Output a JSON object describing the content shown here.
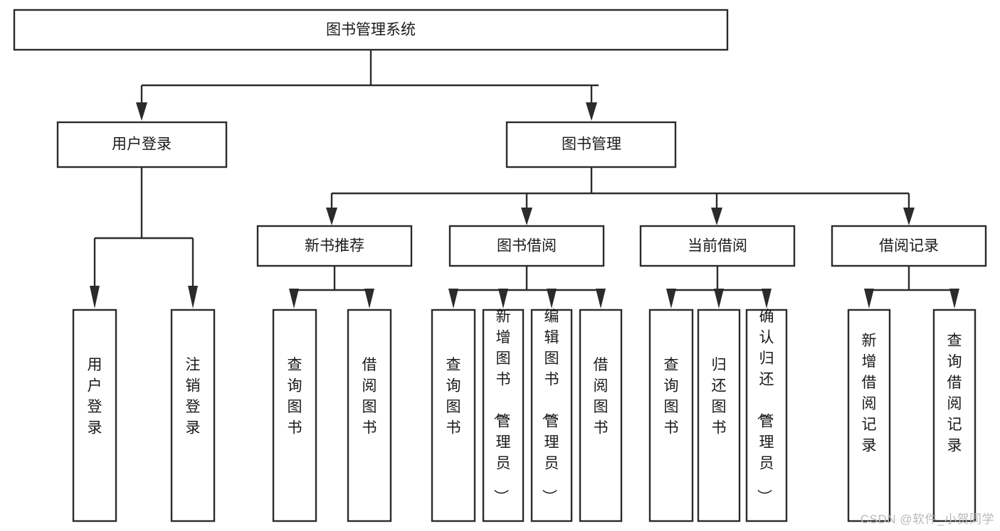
{
  "page": {
    "title": "图书管理系统",
    "watermark": "CSDN @软件_小贺同学",
    "background_color": "#ffffff",
    "line_color": "#2b2b2b",
    "text_color": "#1a1a1a",
    "watermark_color": "#b9b9b9"
  },
  "chart_data": {
    "type": "diagram",
    "diagram_kind": "tree",
    "title": "图书管理系统",
    "orientation": "top-down",
    "levels": 4,
    "nodes": {
      "root": {
        "label": "图书管理系统",
        "level": 0,
        "orientation": "horizontal"
      },
      "l1_0": {
        "label": "用户登录",
        "level": 1,
        "orientation": "horizontal"
      },
      "l1_1": {
        "label": "图书管理",
        "level": 1,
        "orientation": "horizontal"
      },
      "l2_0": {
        "label": "新书推荐",
        "level": 2,
        "orientation": "horizontal"
      },
      "l2_1": {
        "label": "图书借阅",
        "level": 2,
        "orientation": "horizontal"
      },
      "l2_2": {
        "label": "当前借阅",
        "level": 2,
        "orientation": "horizontal"
      },
      "l2_3": {
        "label": "借阅记录",
        "level": 2,
        "orientation": "horizontal"
      },
      "leaf_0": {
        "label": "用户登录",
        "level": 3,
        "orientation": "vertical"
      },
      "leaf_1": {
        "label": "注销登录",
        "level": 3,
        "orientation": "vertical"
      },
      "leaf_2": {
        "label": "查询图书",
        "level": 3,
        "orientation": "vertical"
      },
      "leaf_3": {
        "label": "借阅图书",
        "level": 3,
        "orientation": "vertical"
      },
      "leaf_4": {
        "label": "查询图书",
        "level": 3,
        "orientation": "vertical"
      },
      "leaf_5": {
        "label": "新增图书（管理员）",
        "level": 3,
        "orientation": "vertical"
      },
      "leaf_6": {
        "label": "编辑图书（管理员）",
        "level": 3,
        "orientation": "vertical"
      },
      "leaf_7": {
        "label": "借阅图书",
        "level": 3,
        "orientation": "vertical"
      },
      "leaf_8": {
        "label": "查询图书",
        "level": 3,
        "orientation": "vertical"
      },
      "leaf_9": {
        "label": "归还图书",
        "level": 3,
        "orientation": "vertical"
      },
      "leaf_10": {
        "label": "确认归还（管理员）",
        "level": 3,
        "orientation": "vertical"
      },
      "leaf_11": {
        "label": "新增借阅记录",
        "level": 3,
        "orientation": "vertical"
      },
      "leaf_12": {
        "label": "查询借阅记录",
        "level": 3,
        "orientation": "vertical"
      }
    },
    "edges": [
      {
        "from": "root",
        "to": "l1_0"
      },
      {
        "from": "root",
        "to": "l1_1"
      },
      {
        "from": "l1_0",
        "to": "leaf_0"
      },
      {
        "from": "l1_0",
        "to": "leaf_1"
      },
      {
        "from": "l1_1",
        "to": "l2_0"
      },
      {
        "from": "l1_1",
        "to": "l2_1"
      },
      {
        "from": "l1_1",
        "to": "l2_2"
      },
      {
        "from": "l1_1",
        "to": "l2_3"
      },
      {
        "from": "l2_0",
        "to": "leaf_2"
      },
      {
        "from": "l2_0",
        "to": "leaf_3"
      },
      {
        "from": "l2_1",
        "to": "leaf_4"
      },
      {
        "from": "l2_1",
        "to": "leaf_5"
      },
      {
        "from": "l2_1",
        "to": "leaf_6"
      },
      {
        "from": "l2_1",
        "to": "leaf_7"
      },
      {
        "from": "l2_2",
        "to": "leaf_8"
      },
      {
        "from": "l2_2",
        "to": "leaf_9"
      },
      {
        "from": "l2_2",
        "to": "leaf_10"
      },
      {
        "from": "l2_3",
        "to": "leaf_11"
      },
      {
        "from": "l2_3",
        "to": "leaf_12"
      }
    ]
  }
}
